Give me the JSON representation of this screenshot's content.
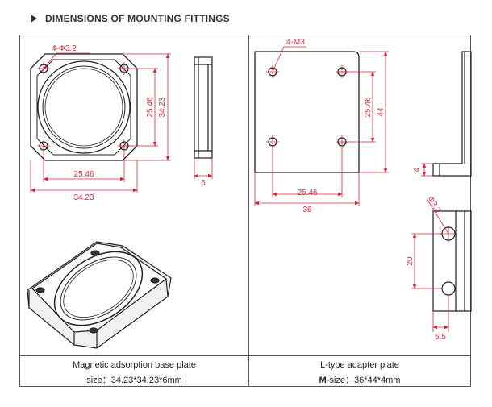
{
  "section": {
    "title": "DIMENSIONS OF MOUNTING FITTINGS"
  },
  "base_plate": {
    "holes_label": "4-Φ3.2",
    "inner_width": "25.46",
    "outer_width": "34.23",
    "inner_height": "25.46",
    "outer_height": "34.23",
    "thickness": "6",
    "caption_name": "Magnetic adsorption base plate",
    "caption_size": "size：34.23*34.23*6mm"
  },
  "l_plate": {
    "holes_label": "4-M3",
    "inner_width": "25.46",
    "outer_width": "36",
    "inner_height": "25.46",
    "outer_height": "44",
    "thickness": "4",
    "hole_dia": "Φ3.2",
    "hole_spacing": "20",
    "edge_offset": "5.5",
    "caption_name": "L-type adapter plate",
    "caption_size_prefix": "M",
    "caption_size_rest": "-size：36*44*4mm"
  },
  "colors": {
    "dimension": "#d4283a",
    "outline": "#222222",
    "frame": "#555555"
  }
}
